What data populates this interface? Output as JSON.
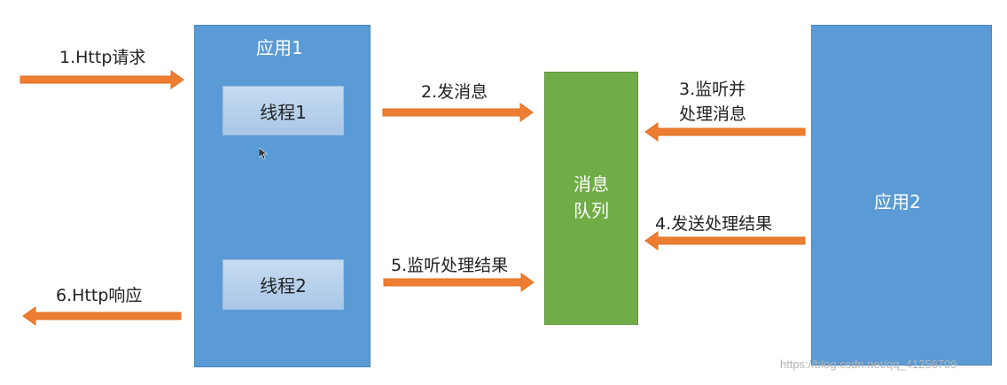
{
  "app1": {
    "title": "应用1"
  },
  "app2": {
    "title": "应用2"
  },
  "thread1": {
    "label": "线程1"
  },
  "thread2": {
    "label": "线程2"
  },
  "mq": {
    "line1": "消息",
    "line2": "队列"
  },
  "steps": {
    "s1": "1.Http请求",
    "s2": "2.发消息",
    "s3_line1": "3.监听并",
    "s3_line2": "处理消息",
    "s4": "4.发送处理结果",
    "s5": "5.监听处理结果",
    "s6": "6.Http响应"
  },
  "watermark": "https://blog.csdn.net/qq_41256709",
  "colors": {
    "app": "#5B9BD5",
    "queue": "#70AD47",
    "arrow": "#ED7D31",
    "thread": "#BDD7EE"
  }
}
